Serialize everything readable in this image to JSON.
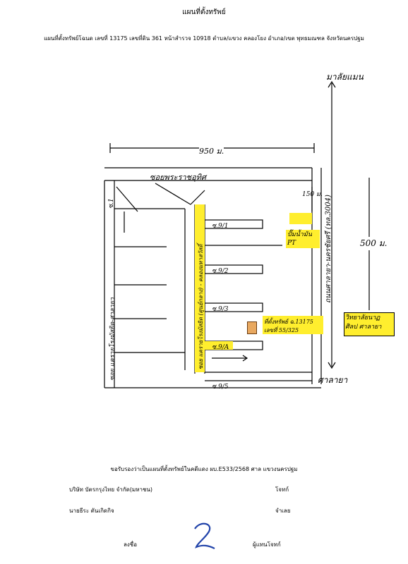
{
  "header": {
    "title": "แผนที่ตั้งทรัพย์",
    "subtitle": "แผนที่ตั้งทรัพย์โฉนด เลขที่ 13175  เลขที่ดิน  361 หน้าสำรวจ 10918  ตำบล/แขวง คลองโยง อำเภอ/เขต พุทธมณฑล จังหวัดนครปฐม"
  },
  "map": {
    "north_label": "มาลัยแมน",
    "south_label": "ศาลายา",
    "road_east": "ถนนศาลายา-นครชัยศรี (ทล.3004)",
    "road_north": "ซอยพระราชอุทิศ",
    "road_west": "ซอย แครายโรงมัสยิด-ศาลายา",
    "soi_main": "ซอย แครายโรงมัสยิด (ศูนย์กลาง) - คลองมหาสวัสดิ์",
    "dist_top": "950 ม.",
    "dist_short": "150 ม.",
    "dist_side": "500 ม.",
    "soi_1": "ซ.1",
    "soi_items": [
      "ซ.9/1",
      "ซ.9/2",
      "ซ.9/3",
      "ซ.9/A",
      "ซ.9/5"
    ],
    "pt_label": "ปั๊มน้ำมัน PT",
    "plot_label": "ที่ตั้งทรัพย์ ฉ.13175",
    "plot_sub": "เลขที่ 55/325",
    "landmark": "วิทยาลัยนาฏศิลป ศาลายา"
  },
  "footer": {
    "certify": "ขอรับรองว่าเป็นแผนที่ตั้งทรัพย์ในคดีแดง ผบ.E533/2568   ศาล  แขวงนครปฐม",
    "company": "บริษัท บัตรกรุงไทย จำกัด(มหาชน)",
    "plaintiff": "โจทก์",
    "defendant_name": "นายธีระ  ตันเกิดกิจ",
    "defendant": "จำเลย",
    "sign": "ลงชื่อ",
    "representative": "ผู้แทนโจทก์"
  },
  "colors": {
    "highlight": "#ffee2e",
    "plot": "#e8a860",
    "signature": "#2244aa"
  }
}
